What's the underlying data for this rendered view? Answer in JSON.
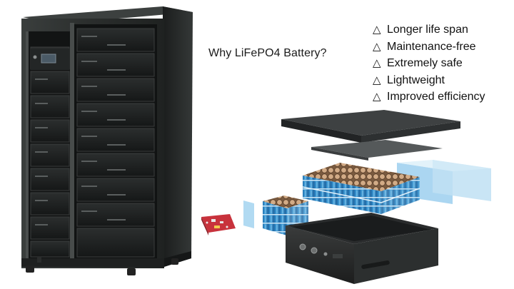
{
  "heading": "Why LiFePO4 Battery?",
  "benefit_marker": "△",
  "benefits": [
    "Longer life span",
    "Maintenance-free",
    "Extremely safe",
    "Lightweight",
    "Improved efficiency"
  ],
  "rack": {
    "modules_per_column": 9,
    "columns": 2
  },
  "colors": {
    "cabinet": "#2a2d2c",
    "module": "#1c1e1e",
    "cell_blue": "#2a88c9",
    "cell_top": "#c9a27e",
    "panel_blue": "#bfe0f3",
    "pcb": "#c8323c"
  }
}
